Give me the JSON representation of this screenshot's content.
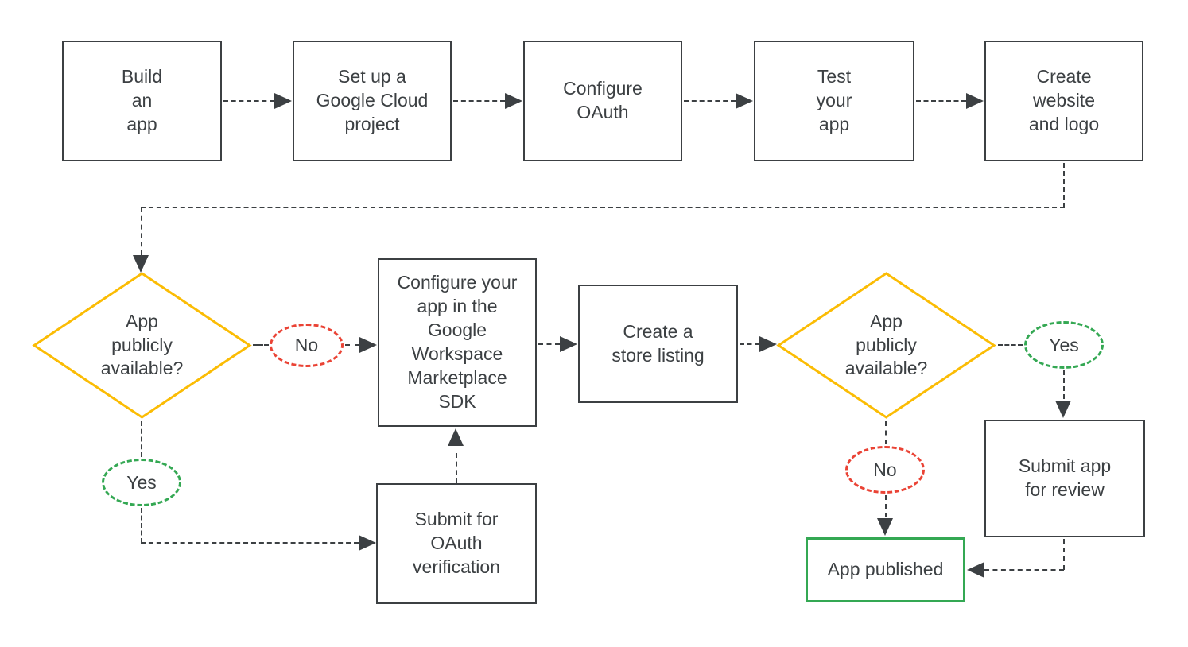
{
  "colors": {
    "line": "#3c4043",
    "text": "#3c4043",
    "box_border": "#3c4043",
    "decision_border": "#fbbc04",
    "yes_border": "#34a853",
    "no_border": "#ea4335",
    "published_border": "#34a853",
    "background": "#ffffff"
  },
  "nodes": {
    "build_app": {
      "label": "Build\nan\napp"
    },
    "setup_gcp": {
      "label": "Set up a\nGoogle Cloud\nproject"
    },
    "configure_oauth": {
      "label": "Configure\nOAuth"
    },
    "test_app": {
      "label": "Test\nyour\napp"
    },
    "create_website": {
      "label": "Create\nwebsite\nand logo"
    },
    "decision_public_1": {
      "label": "App\npublicly\navailable?"
    },
    "no_1": {
      "label": "No"
    },
    "yes_1": {
      "label": "Yes"
    },
    "configure_sdk": {
      "label": "Configure your\napp in the\nGoogle\nWorkspace\nMarketplace\nSDK"
    },
    "submit_oauth": {
      "label": "Submit for\nOAuth\nverification"
    },
    "store_listing": {
      "label": "Create a\nstore listing"
    },
    "decision_public_2": {
      "label": "App\npublicly\navailable?"
    },
    "yes_2": {
      "label": "Yes"
    },
    "no_2": {
      "label": "No"
    },
    "submit_review": {
      "label": "Submit app\nfor review"
    },
    "app_published": {
      "label": "App published"
    }
  }
}
